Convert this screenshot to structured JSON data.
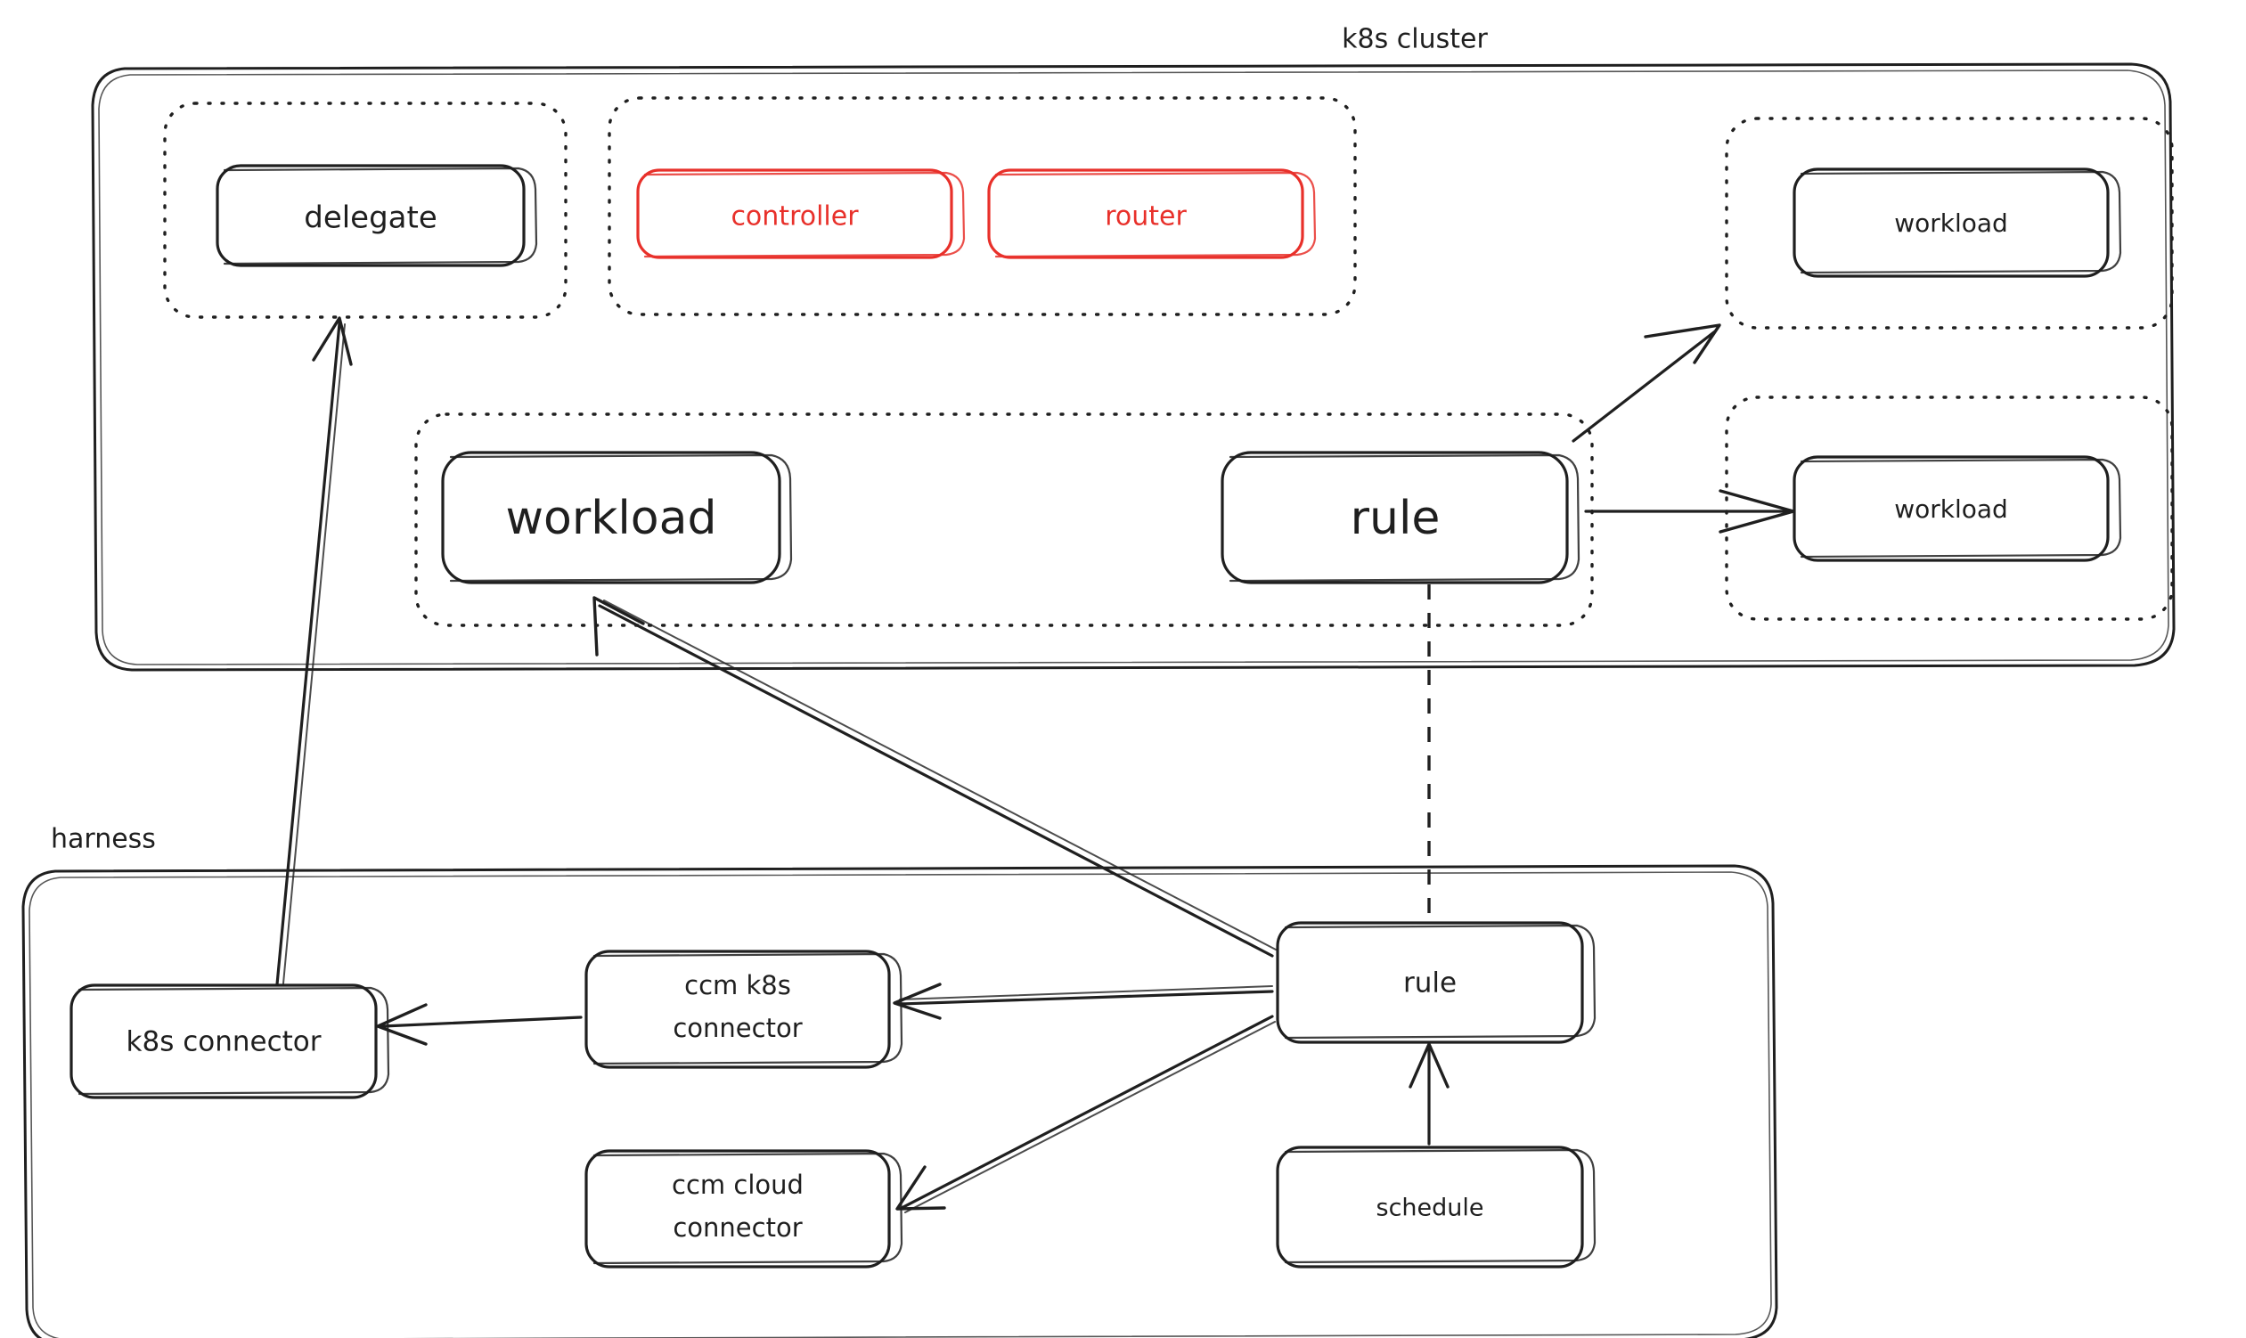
{
  "diagram": {
    "title_visible": false,
    "colors": {
      "ink": "#1f1f1f",
      "accent_red": "#e8302a",
      "background": "#ffffff"
    },
    "groups": [
      {
        "id": "k8s-cluster",
        "label": "k8s cluster",
        "style": "solid-rounded"
      },
      {
        "id": "harness",
        "label": "harness",
        "style": "solid-rounded"
      }
    ],
    "subgroups": [
      {
        "id": "delegate-ns",
        "style": "dotted"
      },
      {
        "id": "system-ns",
        "style": "dotted"
      },
      {
        "id": "workload-ns-main",
        "style": "dotted"
      },
      {
        "id": "workload-ns-a",
        "style": "dotted"
      },
      {
        "id": "workload-ns-b",
        "style": "dotted"
      }
    ],
    "nodes": [
      {
        "id": "delegate",
        "label": "delegate",
        "group": "k8s-cluster",
        "subgroup": "delegate-ns",
        "color": "ink",
        "font_size": 34
      },
      {
        "id": "controller",
        "label": "controller",
        "group": "k8s-cluster",
        "subgroup": "system-ns",
        "color": "accent_red",
        "font_size": 30
      },
      {
        "id": "router",
        "label": "router",
        "group": "k8s-cluster",
        "subgroup": "system-ns",
        "color": "accent_red",
        "font_size": 30
      },
      {
        "id": "workload-top-right",
        "label": "workload",
        "group": "k8s-cluster",
        "subgroup": "workload-ns-a",
        "color": "ink",
        "font_size": 28
      },
      {
        "id": "workload-mid-right",
        "label": "workload",
        "group": "k8s-cluster",
        "subgroup": "workload-ns-b",
        "color": "ink",
        "font_size": 28
      },
      {
        "id": "workload-main",
        "label": "workload",
        "group": "k8s-cluster",
        "subgroup": "workload-ns-main",
        "color": "ink",
        "font_size": 52
      },
      {
        "id": "rule-cluster",
        "label": "rule",
        "group": "k8s-cluster",
        "subgroup": "workload-ns-main",
        "color": "ink",
        "font_size": 52
      },
      {
        "id": "k8s-connector",
        "label": "k8s connector",
        "group": "harness",
        "color": "ink",
        "font_size": 31
      },
      {
        "id": "ccm-k8s-connector",
        "label": "ccm k8s\nconnector",
        "group": "harness",
        "color": "ink",
        "font_size": 29
      },
      {
        "id": "ccm-cloud-connector",
        "label": "ccm cloud\nconnector",
        "group": "harness",
        "color": "ink",
        "font_size": 29
      },
      {
        "id": "rule-harness",
        "label": "rule",
        "group": "harness",
        "color": "ink",
        "font_size": 31
      },
      {
        "id": "schedule",
        "label": "schedule",
        "group": "harness",
        "color": "ink",
        "font_size": 27
      }
    ],
    "edges": [
      {
        "from": "k8s-connector",
        "to": "delegate",
        "style": "solid",
        "arrow": "end"
      },
      {
        "from": "rule-cluster",
        "to": "workload-top-right",
        "style": "solid",
        "arrow": "end"
      },
      {
        "from": "rule-cluster",
        "to": "workload-mid-right",
        "style": "solid",
        "arrow": "end"
      },
      {
        "from": "rule-cluster",
        "to": "rule-harness",
        "style": "dashed",
        "arrow": "none"
      },
      {
        "from": "rule-harness",
        "to": "workload-main",
        "style": "solid",
        "arrow": "end"
      },
      {
        "from": "rule-harness",
        "to": "ccm-k8s-connector",
        "style": "solid",
        "arrow": "end"
      },
      {
        "from": "rule-harness",
        "to": "ccm-cloud-connector",
        "style": "solid",
        "arrow": "end"
      },
      {
        "from": "ccm-k8s-connector",
        "to": "k8s-connector",
        "style": "solid",
        "arrow": "end"
      },
      {
        "from": "schedule",
        "to": "rule-harness",
        "style": "solid",
        "arrow": "end"
      }
    ]
  }
}
